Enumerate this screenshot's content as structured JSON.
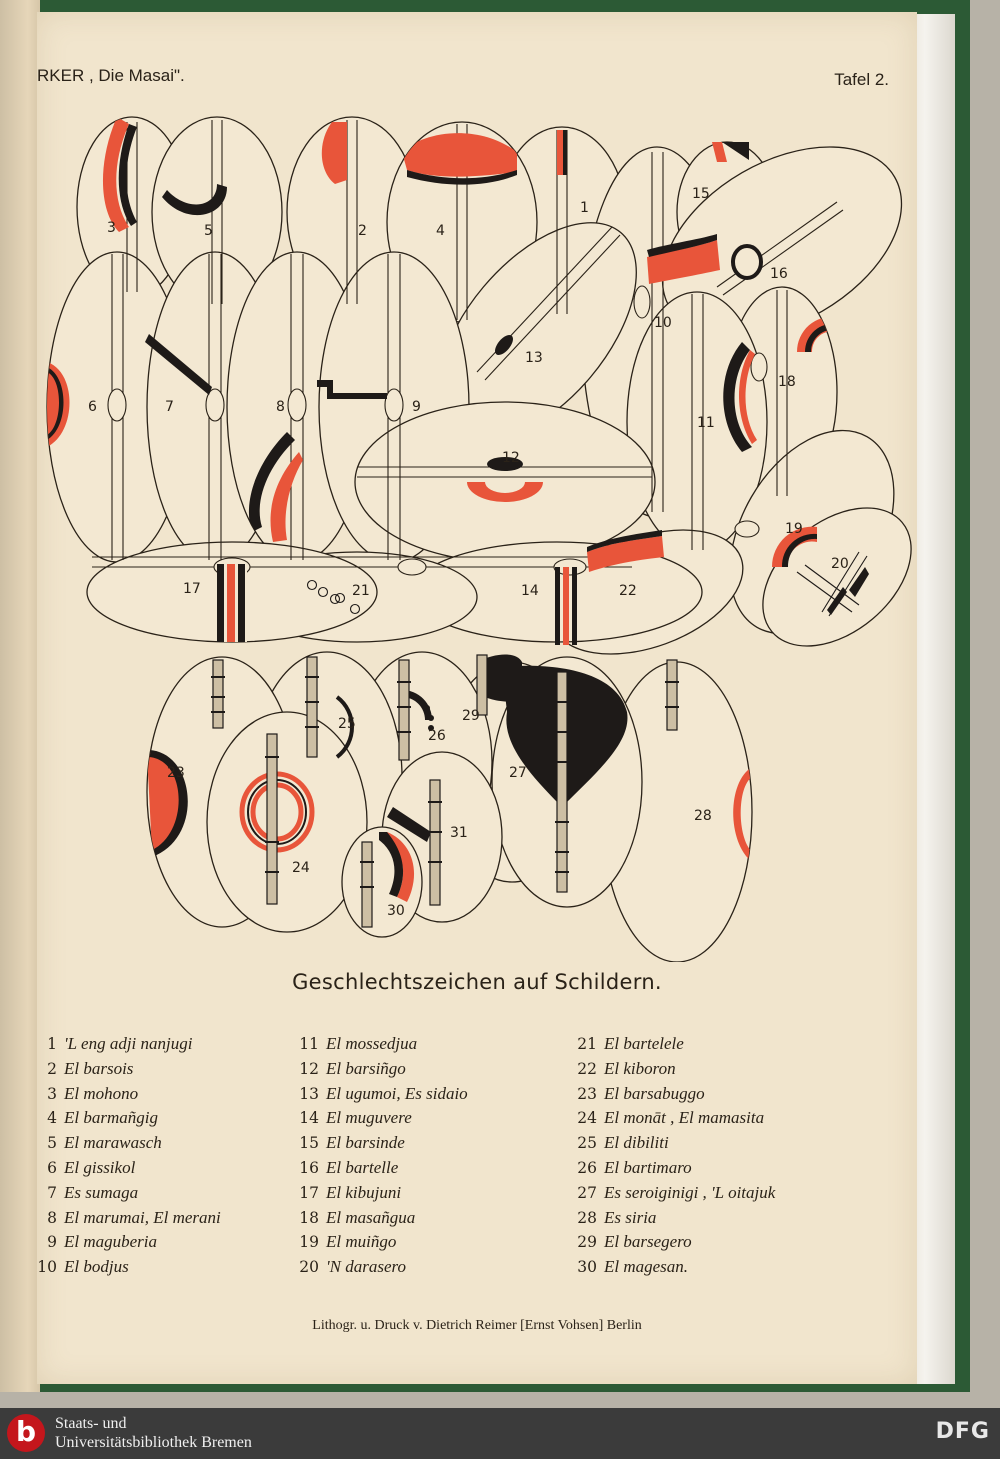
{
  "header": {
    "left": "RKER , Die Masai\".",
    "right": "Tafel 2."
  },
  "figure_numbers": [
    "1",
    "2",
    "3",
    "4",
    "5",
    "6",
    "7",
    "8",
    "9",
    "10",
    "11",
    "12",
    "13",
    "14",
    "15",
    "16",
    "17",
    "18",
    "19",
    "20",
    "21",
    "22",
    "23",
    "24",
    "25",
    "26",
    "27",
    "28",
    "29",
    "30",
    "31"
  ],
  "caption": "Geschlechtszeichen auf Schildern.",
  "legend": {
    "col1": [
      {
        "n": "1",
        "name": "'L eng adji nanjugi"
      },
      {
        "n": "2",
        "name": "El barsois"
      },
      {
        "n": "3",
        "name": "El mohono"
      },
      {
        "n": "4",
        "name": "El barmañgig"
      },
      {
        "n": "5",
        "name": "El marawasch"
      },
      {
        "n": "6",
        "name": "El gissikol"
      },
      {
        "n": "7",
        "name": "Es sumaga"
      },
      {
        "n": "8",
        "name": "El marumai, El merani"
      },
      {
        "n": "9",
        "name": "El maguberia"
      },
      {
        "n": "10",
        "name": "El bodjus"
      }
    ],
    "col2": [
      {
        "n": "11",
        "name": "El mossedjua"
      },
      {
        "n": "12",
        "name": "El barsiñgo"
      },
      {
        "n": "13",
        "name": "El ugumoi, Es sidaio"
      },
      {
        "n": "14",
        "name": "El muguvere"
      },
      {
        "n": "15",
        "name": "El barsinde"
      },
      {
        "n": "16",
        "name": "El bartelle"
      },
      {
        "n": "17",
        "name": "El kibujuni"
      },
      {
        "n": "18",
        "name": "El masañgua"
      },
      {
        "n": "19",
        "name": "El muiñgo"
      },
      {
        "n": "20",
        "name": "'N darasero"
      }
    ],
    "col3": [
      {
        "n": "21",
        "name": "El bartelele"
      },
      {
        "n": "22",
        "name": "El kiboron"
      },
      {
        "n": "23",
        "name": "El barsabuggo"
      },
      {
        "n": "24",
        "name": "El monāt , El mamasita"
      },
      {
        "n": "25",
        "name": "El dibiliti"
      },
      {
        "n": "26",
        "name": "El bartimaro"
      },
      {
        "n": "27",
        "name": "Es seroiginigi , 'L oitajuk"
      },
      {
        "n": "28",
        "name": "Es siria"
      },
      {
        "n": "29",
        "name": "El barsegero"
      },
      {
        "n": "30",
        "name": "El magesan."
      }
    ]
  },
  "printer": "Lithogr. u. Druck v. Dietrich Reimer [Ernst Vohsen] Berlin",
  "footer": {
    "logo_letter": "b",
    "library_line1": "Staats- und",
    "library_line2": "Universitätsbibliothek Bremen",
    "funder": "DFG"
  },
  "colors": {
    "paper": "#f1e5cd",
    "red": "#e8553a",
    "black": "#1e1a18",
    "binding": "#2c5a35"
  }
}
